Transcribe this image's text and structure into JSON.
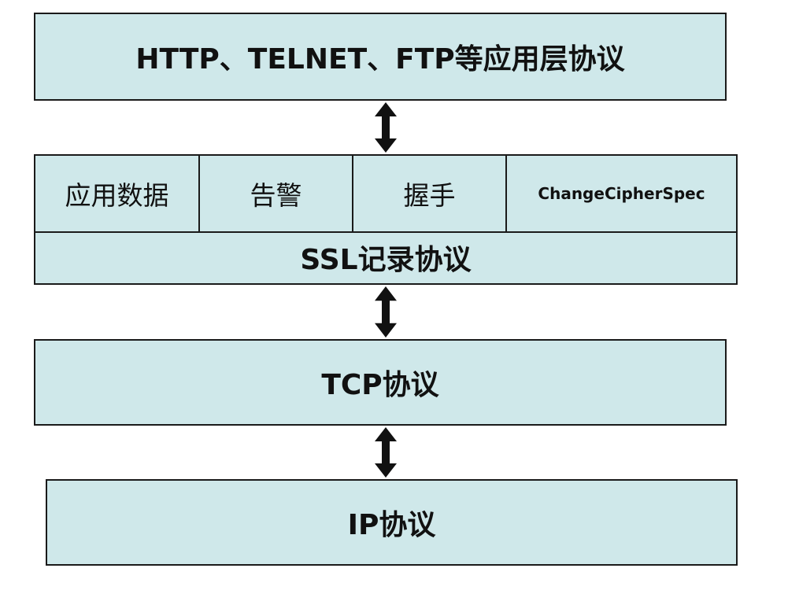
{
  "layers": {
    "application": "HTTP、TELNET、FTP等应用层协议",
    "ssl_record": {
      "cells": [
        "应用数据",
        "告警",
        "握手",
        "ChangeCipherSpec"
      ],
      "label": "SSL记录协议"
    },
    "tcp": "TCP协议",
    "ip": "IP协议"
  },
  "colors": {
    "box_fill": "#cfe8ea",
    "border": "#1a1a1a",
    "arrow": "#111111"
  }
}
